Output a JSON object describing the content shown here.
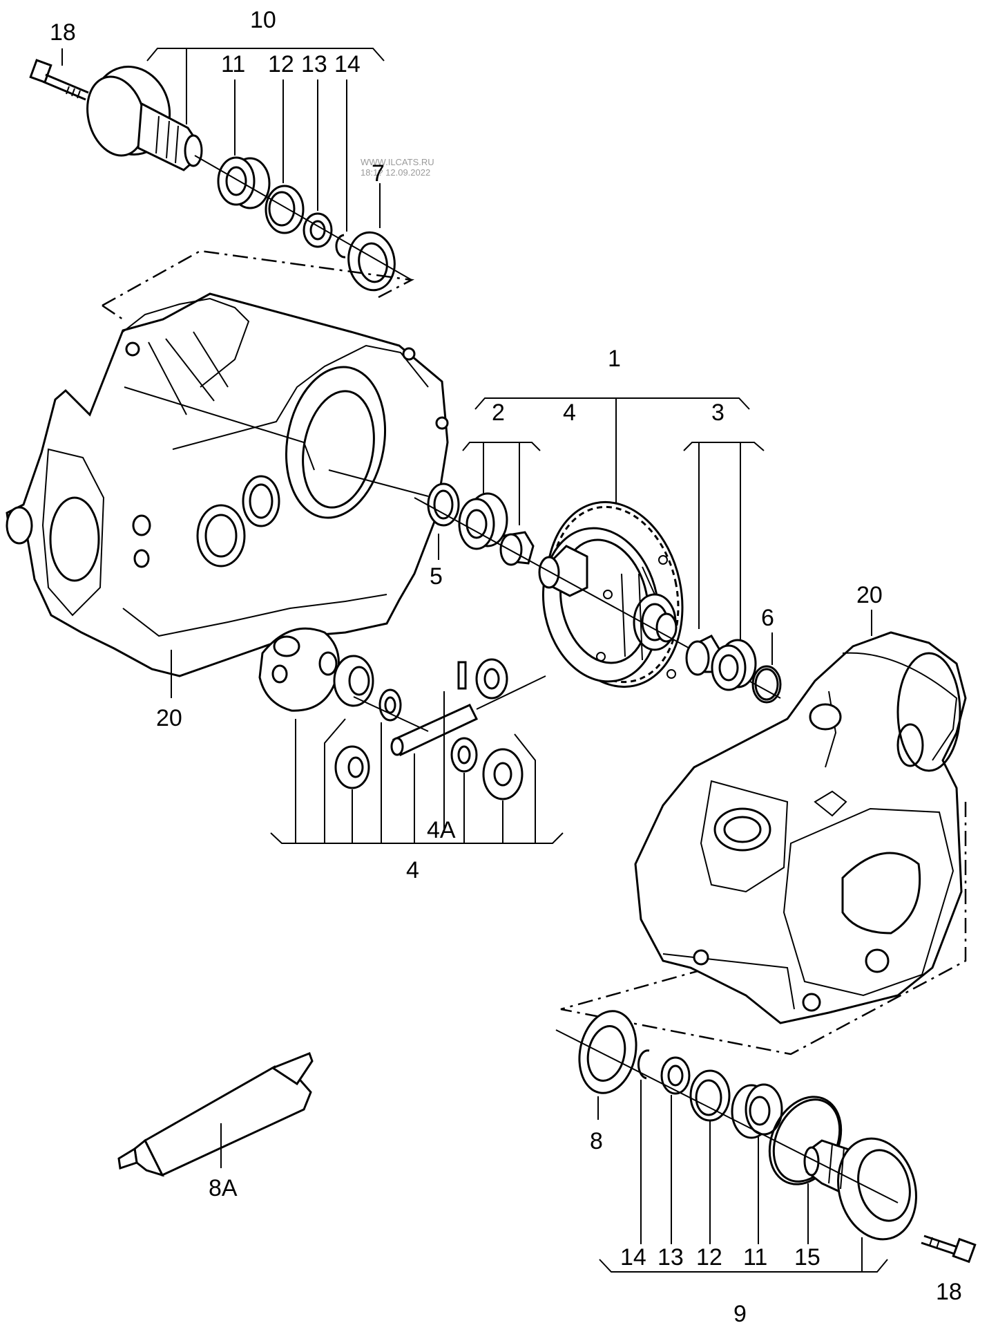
{
  "watermark": {
    "site": "WWW.ILCATS.RU",
    "timestamp": "18:1? 12.09.2022"
  },
  "callouts": {
    "c1": "1",
    "c2": "2",
    "c3": "3",
    "c4_top": "4",
    "c4_bottom": "4",
    "c4a": "4A",
    "c5": "5",
    "c6": "6",
    "c7": "7",
    "c8": "8",
    "c8a": "8A",
    "c9": "9",
    "c10": "10",
    "c11_top": "11",
    "c12_top": "12",
    "c13_top": "13",
    "c14_top": "14",
    "c11_bottom": "11",
    "c12_bottom": "12",
    "c13_bottom": "13",
    "c14_bottom": "14",
    "c15": "15",
    "c18_top": "18",
    "c18_bottom": "18",
    "c20_left": "20",
    "c20_right": "20"
  }
}
